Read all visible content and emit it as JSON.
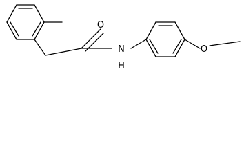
{
  "molecule": {
    "atoms": {
      "oxygen_carbonyl": "O",
      "nitrogen_amide": "N",
      "hydrogen_amide": "H",
      "oxygen_ether": "O"
    },
    "colors": {
      "bond": "#000000",
      "label": "#000000",
      "background": "#ffffff"
    }
  }
}
